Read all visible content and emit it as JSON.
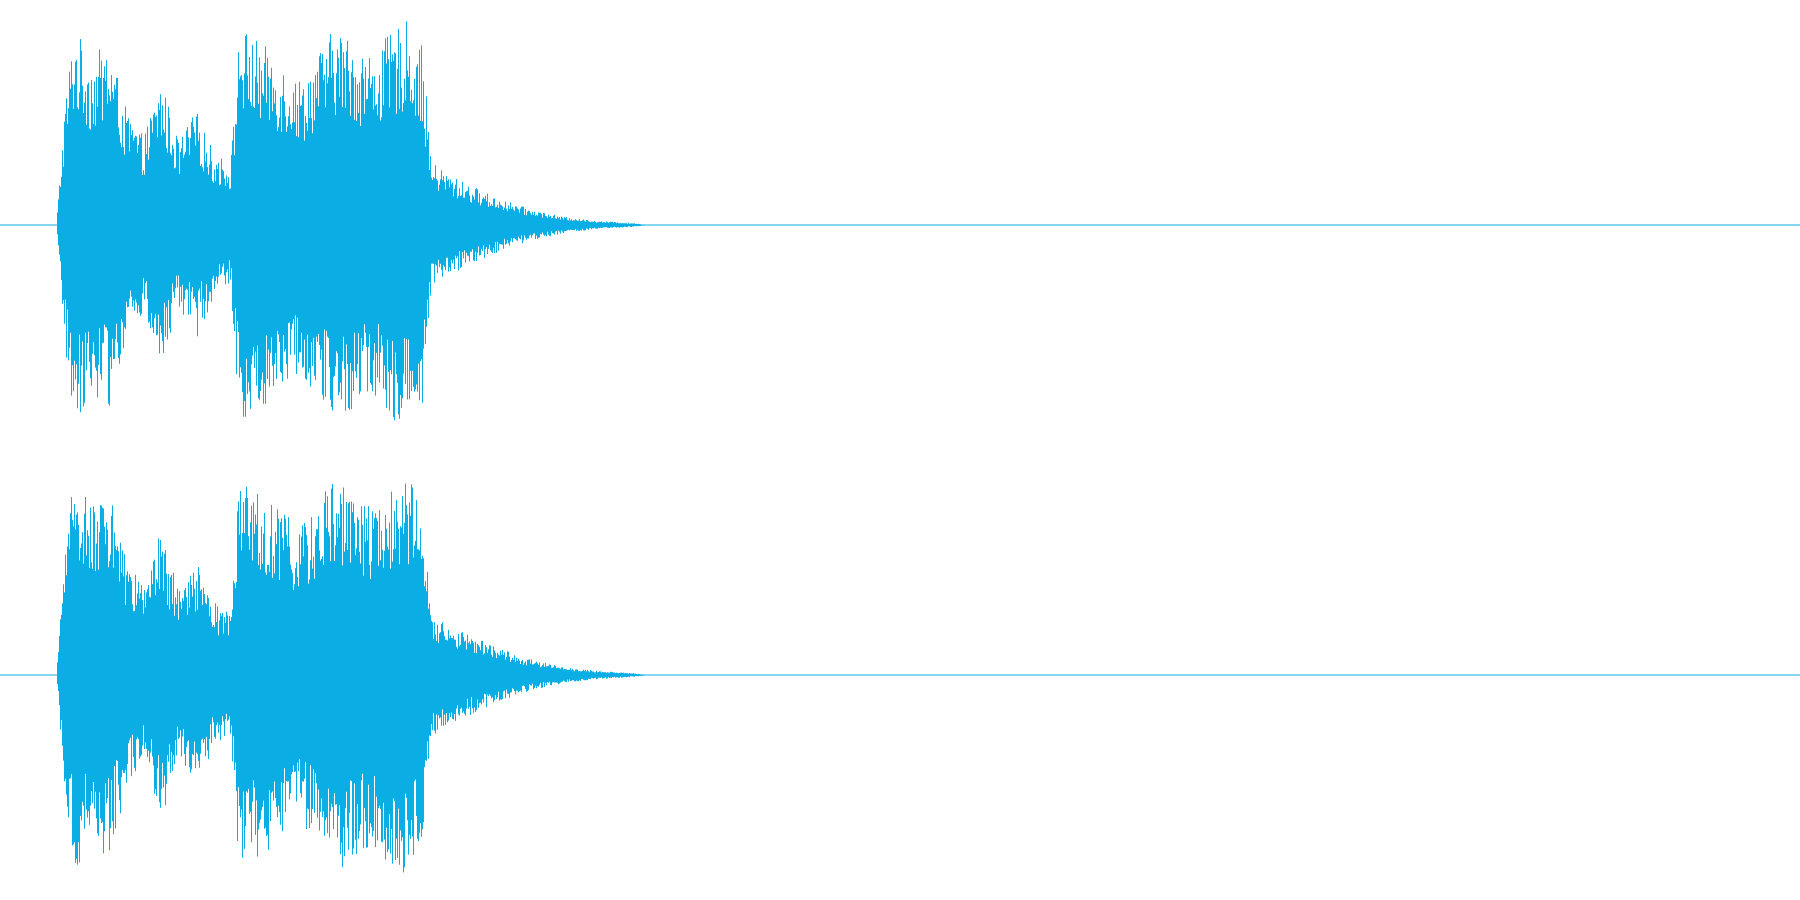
{
  "waveform_view": {
    "channel_count": 2,
    "waveform_color": "#0aaee4",
    "centerline_color": "#0aaee4",
    "background_color": "#ffffff",
    "channels": [
      {
        "id": "channel-1",
        "envelope": [
          [
            0.0,
            0.0
          ],
          [
            0.005,
            0.6
          ],
          [
            0.01,
            0.95
          ],
          [
            0.02,
            0.8
          ],
          [
            0.03,
            0.88
          ],
          [
            0.04,
            0.55
          ],
          [
            0.05,
            0.42
          ],
          [
            0.06,
            0.7
          ],
          [
            0.07,
            0.4
          ],
          [
            0.08,
            0.55
          ],
          [
            0.09,
            0.35
          ],
          [
            0.1,
            0.3
          ],
          [
            0.105,
            0.95
          ],
          [
            0.12,
            0.85
          ],
          [
            0.14,
            0.7
          ],
          [
            0.16,
            0.95
          ],
          [
            0.18,
            0.82
          ],
          [
            0.2,
            0.98
          ],
          [
            0.21,
            0.85
          ],
          [
            0.215,
            0.3
          ],
          [
            0.23,
            0.22
          ],
          [
            0.25,
            0.14
          ],
          [
            0.27,
            0.08
          ],
          [
            0.29,
            0.04
          ],
          [
            0.31,
            0.02
          ],
          [
            0.33,
            0.01
          ],
          [
            0.34,
            0.0
          ],
          [
            1.0,
            0.0
          ]
        ]
      },
      {
        "id": "channel-2",
        "envelope": [
          [
            0.0,
            0.0
          ],
          [
            0.005,
            0.6
          ],
          [
            0.01,
            0.95
          ],
          [
            0.02,
            0.8
          ],
          [
            0.03,
            0.88
          ],
          [
            0.04,
            0.55
          ],
          [
            0.05,
            0.42
          ],
          [
            0.06,
            0.7
          ],
          [
            0.07,
            0.4
          ],
          [
            0.08,
            0.55
          ],
          [
            0.09,
            0.35
          ],
          [
            0.1,
            0.3
          ],
          [
            0.105,
            0.95
          ],
          [
            0.12,
            0.85
          ],
          [
            0.14,
            0.7
          ],
          [
            0.16,
            0.95
          ],
          [
            0.18,
            0.82
          ],
          [
            0.2,
            0.98
          ],
          [
            0.21,
            0.85
          ],
          [
            0.215,
            0.3
          ],
          [
            0.23,
            0.22
          ],
          [
            0.25,
            0.14
          ],
          [
            0.27,
            0.08
          ],
          [
            0.29,
            0.04
          ],
          [
            0.31,
            0.02
          ],
          [
            0.33,
            0.01
          ],
          [
            0.34,
            0.0
          ],
          [
            1.0,
            0.0
          ]
        ]
      }
    ]
  }
}
